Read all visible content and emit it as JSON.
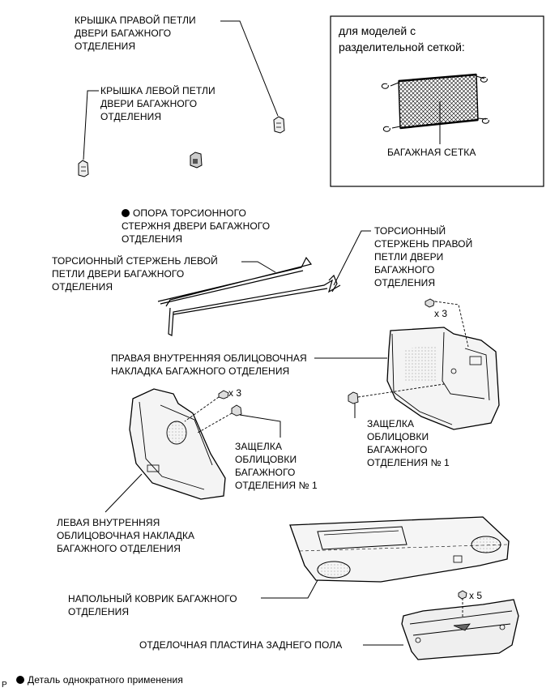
{
  "labels": {
    "right_hinge_cover": "КРЫШКА ПРАВОЙ ПЕТЛИ\nДВЕРИ БАГАЖНОГО\nОТДЕЛЕНИЯ",
    "left_hinge_cover": "КРЫШКА ЛЕВОЙ ПЕТЛИ\nДВЕРИ БАГАЖНОГО\nОТДЕЛЕНИЯ",
    "torsion_bar_support": "ОПОРА ТОРСИОННОГО\nСТЕРЖНЯ ДВЕРИ БАГАЖНОГО\nОТДЕЛЕНИЯ",
    "left_torsion_bar": "ТОРСИОННЫЙ СТЕРЖЕНЬ ЛЕВОЙ\nПЕТЛИ ДВЕРИ БАГАЖНОГО\nОТДЕЛЕНИЯ",
    "right_torsion_bar": "ТОРСИОННЫЙ\nСТЕРЖЕНЬ ПРАВОЙ\nПЕТЛИ ДВЕРИ\nБАГАЖНОГО\nОТДЕЛЕНИЯ",
    "right_inner_trim": "ПРАВАЯ ВНУТРЕННЯЯ ОБЛИЦОВОЧНАЯ\nНАКЛАДКА БАГАЖНОГО ОТДЕЛЕНИЯ",
    "trim_clip_left": "ЗАЩЕЛКА\nОБЛИЦОВКИ\nБАГАЖНОГО\nОТДЕЛЕНИЯ № 1",
    "trim_clip_right": "ЗАЩЕЛКА\nОБЛИЦОВКИ\nБАГАЖНОГО\nОТДЕЛЕНИЯ № 1",
    "left_inner_trim": "ЛЕВАЯ ВНУТРЕННЯЯ\nОБЛИЦОВОЧНАЯ НАКЛАДКА\nБАГАЖНОГО ОТДЕЛЕНИЯ",
    "floor_mat": "НАПОЛЬНЫЙ КОВРИК БАГАЖНОГО\nОТДЕЛЕНИЯ",
    "rear_floor_plate": "ОТДЕЛОЧНАЯ ПЛАСТИНА ЗАДНЕГО ПОЛА",
    "inset_caption": "для моделей с\nразделительной сеткой:",
    "luggage_net": "БАГАЖНАЯ СЕТКА",
    "qty_right_trim": "x 3",
    "qty_left_trim": "x 3",
    "qty_floor_plate": "x 5",
    "legend_text": "Деталь однократного применения",
    "corner_code": "P"
  },
  "icons": {
    "non_reusable_marker": "filled-circle",
    "legend_marker": "filled-circle"
  },
  "colors": {
    "line": "#000000",
    "background": "#ffffff",
    "part_fill": "#f2f2f2",
    "part_shade": "#d0d0d0"
  }
}
